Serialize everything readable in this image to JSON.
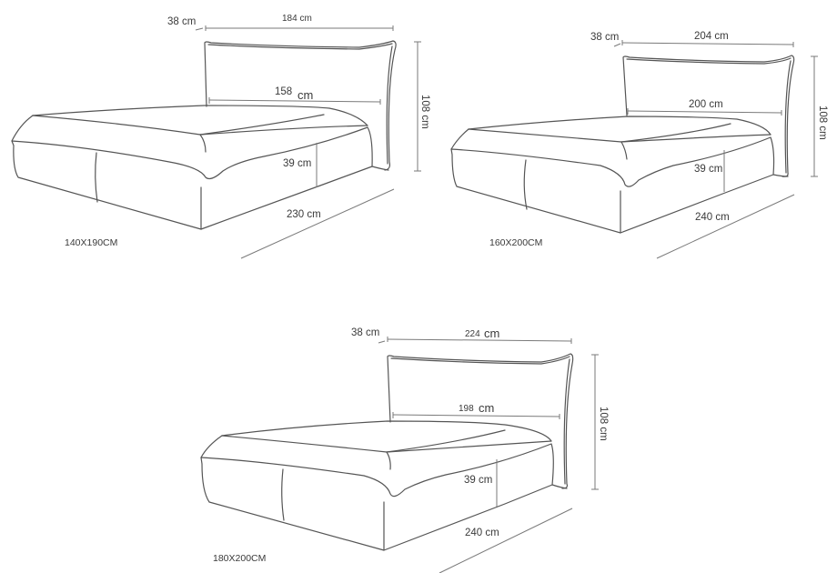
{
  "diagram": {
    "title": "",
    "beds": [
      {
        "size_label": "140X190CM",
        "depth_label": "38 cm",
        "headboard_width_label": "184 cm",
        "inner_width_label_num": "158",
        "inner_width_label_unit": "cm",
        "height_label": "108 cm",
        "base_height_label": "39 cm",
        "length_label": "230 cm"
      },
      {
        "size_label": "160X200CM",
        "depth_label": "38 cm",
        "headboard_width_label": "204 cm",
        "inner_width_label_num": "200 cm",
        "inner_width_label_unit": "",
        "height_label": "108 cm",
        "base_height_label": "39 cm",
        "length_label": "240 cm"
      },
      {
        "size_label": "180X200CM",
        "depth_label": "38 cm",
        "headboard_width_label_num": "224",
        "headboard_width_label_unit": "cm",
        "inner_width_label_num": "198",
        "inner_width_label_unit": "cm",
        "height_label": "108 cm",
        "base_height_label": "39 cm",
        "length_label": "240 cm"
      }
    ],
    "colors": {
      "background": "#ffffff",
      "outline": "#555555",
      "dimension_line": "#7a7a7a",
      "text": "#3a3a3a"
    }
  }
}
